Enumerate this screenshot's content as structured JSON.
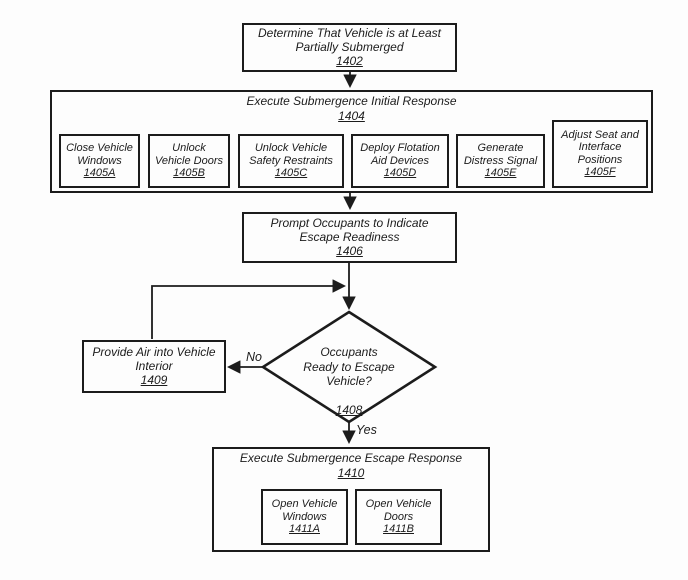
{
  "colors": {
    "ink": "#1c1c1c",
    "paper": "#fdfdfd"
  },
  "nodes": {
    "n1402": {
      "label": "Determine That Vehicle is at Least\nPartially Submerged",
      "ref": "1402"
    },
    "n1404": {
      "label": "Execute Submergence Initial Response",
      "ref": "1404"
    },
    "n1405a": {
      "label": "Close Vehicle\nWindows",
      "ref": "1405A"
    },
    "n1405b": {
      "label": "Unlock\nVehicle Doors",
      "ref": "1405B"
    },
    "n1405c": {
      "label": "Unlock Vehicle\nSafety Restraints",
      "ref": "1405C"
    },
    "n1405d": {
      "label": "Deploy Flotation\nAid Devices",
      "ref": "1405D"
    },
    "n1405e": {
      "label": "Generate\nDistress Signal",
      "ref": "1405E"
    },
    "n1405f": {
      "label": "Adjust Seat and\nInterface\nPositions",
      "ref": "1405F"
    },
    "n1406": {
      "label": "Prompt Occupants to Indicate\nEscape Readiness",
      "ref": "1406"
    },
    "n1408": {
      "label": "Occupants\nReady to Escape\nVehicle?",
      "ref": "1408"
    },
    "n1409": {
      "label": "Provide Air into Vehicle\nInterior",
      "ref": "1409"
    },
    "n1410": {
      "label": "Execute Submergence Escape Response",
      "ref": "1410"
    },
    "n1411a": {
      "label": "Open Vehicle\nWindows",
      "ref": "1411A"
    },
    "n1411b": {
      "label": "Open Vehicle\nDoors",
      "ref": "1411B"
    }
  },
  "edge_labels": {
    "yes": "Yes",
    "no": "No"
  }
}
